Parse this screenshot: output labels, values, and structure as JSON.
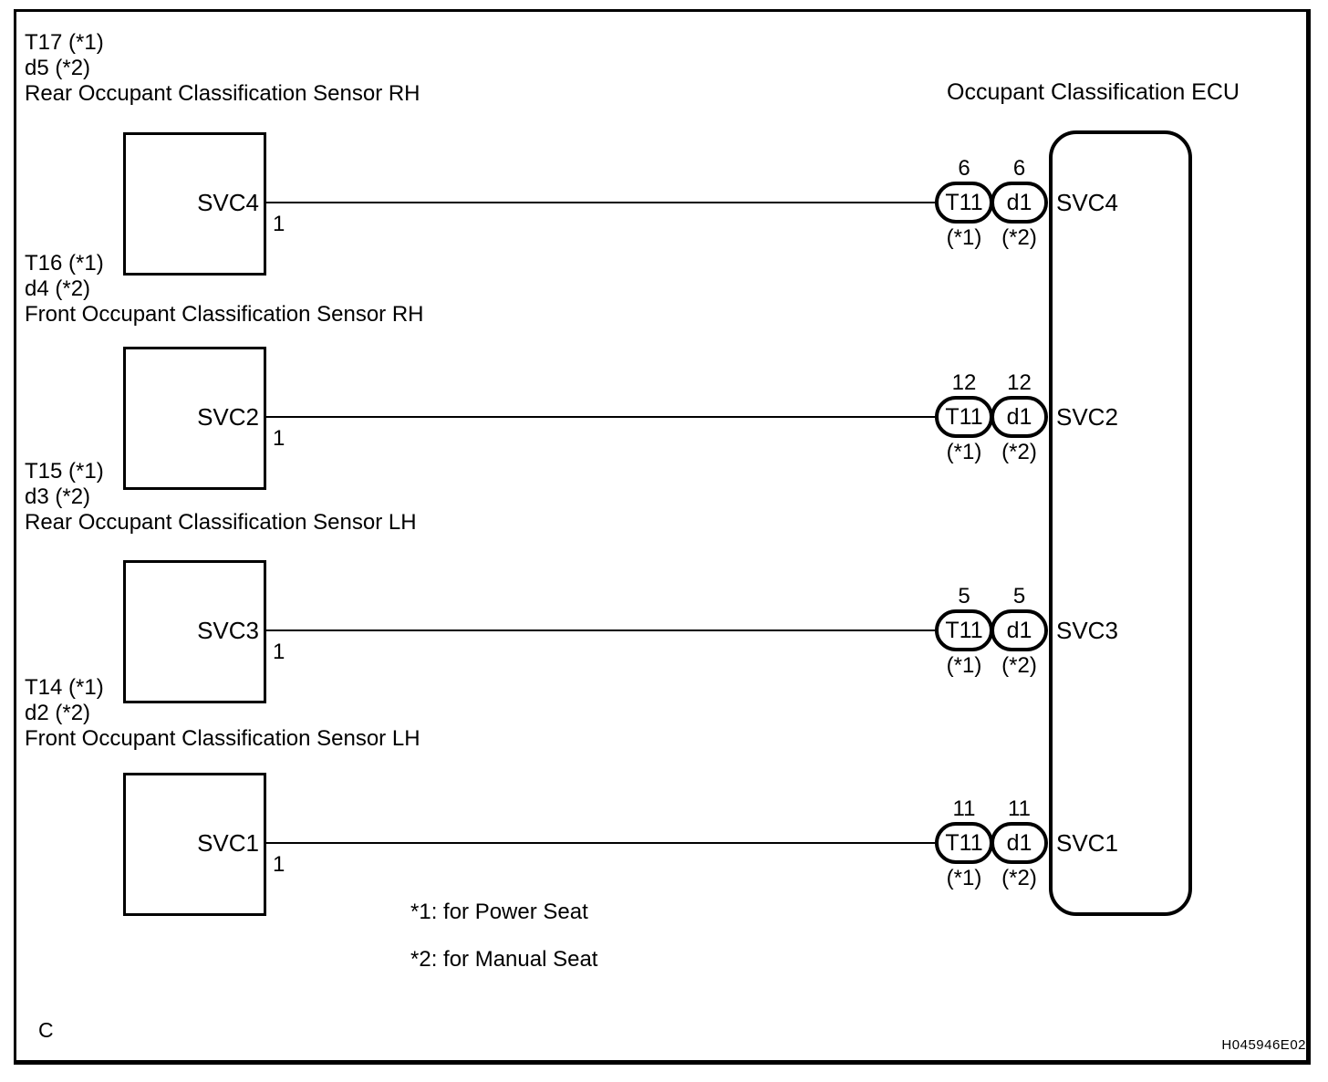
{
  "colors": {
    "ink": "#000000",
    "paper": "#ffffff"
  },
  "ecu": {
    "title": "Occupant Classification ECU"
  },
  "footnotes": [
    {
      "text": "*1: for Power Seat"
    },
    {
      "text": "*2: for Manual Seat"
    }
  ],
  "frame": {
    "corner_label": "C",
    "figure_code": "H045946E02"
  },
  "rows": [
    {
      "power_connector": "T17 (*1)",
      "manual_connector": "d5 (*2)",
      "sensor_name": "Rear Occupant Classification Sensor RH",
      "box_label": "SVC4",
      "box_pin": "1",
      "t11_label": "T11",
      "d1_label": "d1",
      "t11_pin": "6",
      "d1_pin": "6",
      "t11_note": "(*1)",
      "d1_note": "(*2)",
      "ecu_port": "SVC4"
    },
    {
      "power_connector": "T16 (*1)",
      "manual_connector": "d4 (*2)",
      "sensor_name": "Front Occupant Classification Sensor RH",
      "box_label": "SVC2",
      "box_pin": "1",
      "t11_label": "T11",
      "d1_label": "d1",
      "t11_pin": "12",
      "d1_pin": "12",
      "t11_note": "(*1)",
      "d1_note": "(*2)",
      "ecu_port": "SVC2"
    },
    {
      "power_connector": "T15 (*1)",
      "manual_connector": "d3 (*2)",
      "sensor_name": "Rear Occupant Classification Sensor LH",
      "box_label": "SVC3",
      "box_pin": "1",
      "t11_label": "T11",
      "d1_label": "d1",
      "t11_pin": "5",
      "d1_pin": "5",
      "t11_note": "(*1)",
      "d1_note": "(*2)",
      "ecu_port": "SVC3"
    },
    {
      "power_connector": "T14 (*1)",
      "manual_connector": "d2 (*2)",
      "sensor_name": "Front Occupant Classification Sensor LH",
      "box_label": "SVC1",
      "box_pin": "1",
      "t11_label": "T11",
      "d1_label": "d1",
      "t11_pin": "11",
      "d1_pin": "11",
      "t11_note": "(*1)",
      "d1_note": "(*2)",
      "ecu_port": "SVC1"
    }
  ]
}
